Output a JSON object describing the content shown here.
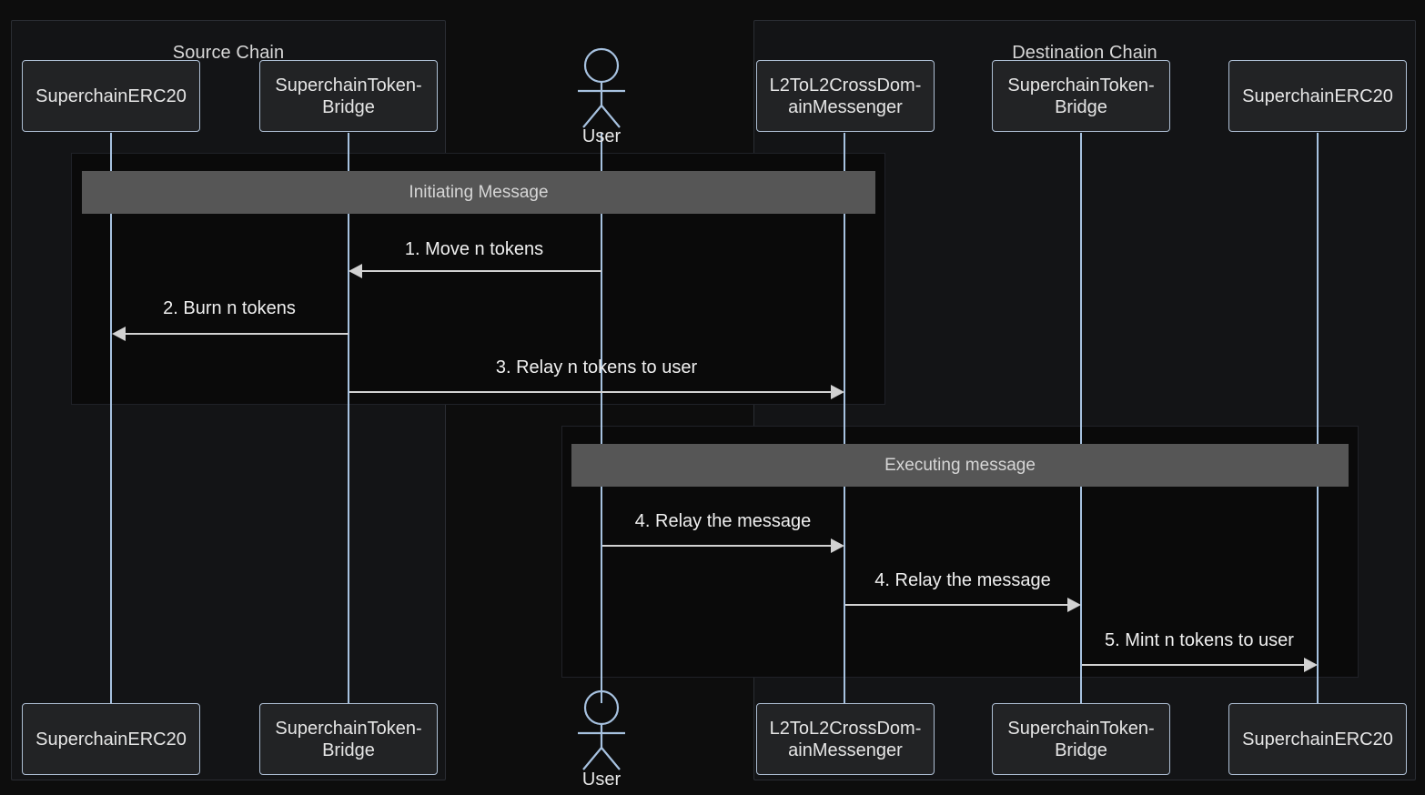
{
  "diagram": {
    "type": "sequence-diagram",
    "background_color": "#0d0d0d",
    "accent_color": "#a7c2e0",
    "fragment_color": "#565656"
  },
  "regions": [
    {
      "id": "source-chain",
      "title": "Source Chain"
    },
    {
      "id": "destination-chain",
      "title": "Destination Chain"
    }
  ],
  "participants": [
    {
      "id": "src-erc20",
      "label": "SuperchainERC20",
      "kind": "box",
      "region": "source-chain"
    },
    {
      "id": "src-bridge",
      "label": "SuperchainToken-\nBridge",
      "kind": "box",
      "region": "source-chain"
    },
    {
      "id": "user",
      "label": "User",
      "kind": "actor",
      "region": "none"
    },
    {
      "id": "dst-messenger",
      "label": "L2ToL2CrossDom-\nainMessenger",
      "kind": "box",
      "region": "destination-chain"
    },
    {
      "id": "dst-bridge",
      "label": "SuperchainToken-\nBridge",
      "kind": "box",
      "region": "destination-chain"
    },
    {
      "id": "dst-erc20",
      "label": "SuperchainERC20",
      "kind": "box",
      "region": "destination-chain"
    }
  ],
  "fragments": [
    {
      "id": "initiating-message",
      "label": "Initiating Message"
    },
    {
      "id": "executing-message",
      "label": "Executing message"
    }
  ],
  "messages": [
    {
      "id": "msg-1",
      "label": "1. Move n tokens",
      "from": "user",
      "to": "src-bridge",
      "direction": "left"
    },
    {
      "id": "msg-2",
      "label": "2. Burn n tokens",
      "from": "src-bridge",
      "to": "src-erc20",
      "direction": "left"
    },
    {
      "id": "msg-3",
      "label": "3. Relay n tokens to user",
      "from": "src-bridge",
      "to": "dst-messenger",
      "direction": "right"
    },
    {
      "id": "msg-4",
      "label": "4. Relay the message",
      "from": "user",
      "to": "dst-messenger",
      "direction": "right"
    },
    {
      "id": "msg-5",
      "label": "4. Relay the message",
      "from": "dst-messenger",
      "to": "dst-bridge",
      "direction": "right"
    },
    {
      "id": "msg-6",
      "label": "5. Mint n tokens to user",
      "from": "dst-bridge",
      "to": "dst-erc20",
      "direction": "right"
    }
  ]
}
